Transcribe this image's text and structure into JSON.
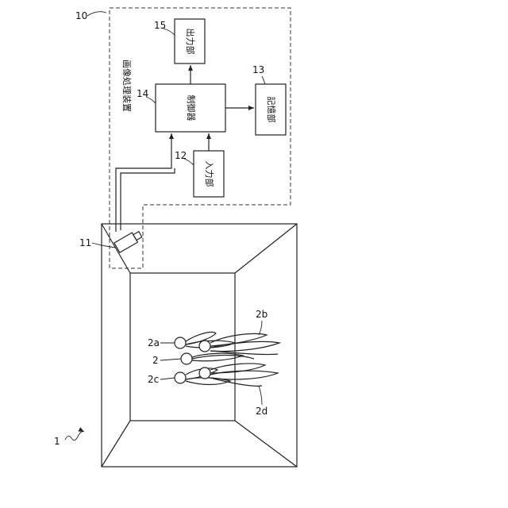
{
  "figure": {
    "refs": {
      "system": "1",
      "device": "10",
      "camera": "11",
      "input": "12",
      "storage": "13",
      "controller": "14",
      "output": "15",
      "person_main": "2",
      "person_a": "2a",
      "person_b": "2b",
      "person_c": "2c",
      "person_d": "2d"
    },
    "labels": {
      "device": "画像処理装置",
      "output": "出力部",
      "controller": "制御器",
      "storage": "記憶部",
      "input": "入力部"
    }
  }
}
